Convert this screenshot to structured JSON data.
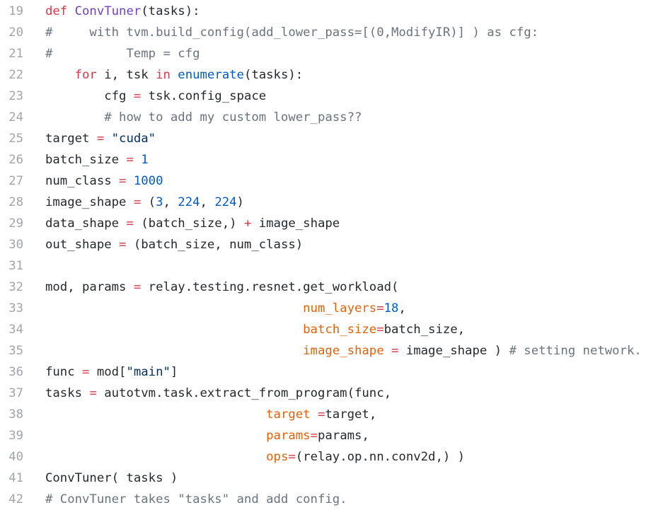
{
  "editor": {
    "lines": [
      {
        "num": "19",
        "tokens": [
          [
            "def",
            "kw"
          ],
          [
            " ",
            "plain"
          ],
          [
            "ConvTuner",
            "fn"
          ],
          [
            "(tasks):",
            "plain"
          ]
        ]
      },
      {
        "num": "20",
        "tokens": [
          [
            "#     with tvm.build_config(add_lower_pass=[(0,ModifyIR)] ) as cfg:",
            "com"
          ]
        ]
      },
      {
        "num": "21",
        "tokens": [
          [
            "#          Temp = cfg",
            "com"
          ]
        ]
      },
      {
        "num": "22",
        "tokens": [
          [
            "    ",
            "plain"
          ],
          [
            "for",
            "kw"
          ],
          [
            " i, tsk ",
            "plain"
          ],
          [
            "in",
            "kw"
          ],
          [
            " ",
            "plain"
          ],
          [
            "enumerate",
            "builtin"
          ],
          [
            "(tasks):",
            "plain"
          ]
        ]
      },
      {
        "num": "23",
        "tokens": [
          [
            "        cfg ",
            "plain"
          ],
          [
            "=",
            "op"
          ],
          [
            " tsk.config_space",
            "plain"
          ]
        ]
      },
      {
        "num": "24",
        "tokens": [
          [
            "        ",
            "plain"
          ],
          [
            "# how to add my custom lower_pass??",
            "com"
          ]
        ]
      },
      {
        "num": "25",
        "tokens": [
          [
            "target ",
            "plain"
          ],
          [
            "=",
            "op"
          ],
          [
            " ",
            "plain"
          ],
          [
            "\"cuda\"",
            "str"
          ]
        ]
      },
      {
        "num": "26",
        "tokens": [
          [
            "batch_size ",
            "plain"
          ],
          [
            "=",
            "op"
          ],
          [
            " ",
            "plain"
          ],
          [
            "1",
            "num"
          ]
        ]
      },
      {
        "num": "27",
        "tokens": [
          [
            "num_class ",
            "plain"
          ],
          [
            "=",
            "op"
          ],
          [
            " ",
            "plain"
          ],
          [
            "1000",
            "num"
          ]
        ]
      },
      {
        "num": "28",
        "tokens": [
          [
            "image_shape ",
            "plain"
          ],
          [
            "=",
            "op"
          ],
          [
            " (",
            "plain"
          ],
          [
            "3",
            "num"
          ],
          [
            ", ",
            "plain"
          ],
          [
            "224",
            "num"
          ],
          [
            ", ",
            "plain"
          ],
          [
            "224",
            "num"
          ],
          [
            ")",
            "plain"
          ]
        ]
      },
      {
        "num": "29",
        "tokens": [
          [
            "data_shape ",
            "plain"
          ],
          [
            "=",
            "op"
          ],
          [
            " (batch_size,) ",
            "plain"
          ],
          [
            "+",
            "op"
          ],
          [
            " image_shape",
            "plain"
          ]
        ]
      },
      {
        "num": "30",
        "tokens": [
          [
            "out_shape ",
            "plain"
          ],
          [
            "=",
            "op"
          ],
          [
            " (batch_size, num_class)",
            "plain"
          ]
        ]
      },
      {
        "num": "31",
        "tokens": []
      },
      {
        "num": "32",
        "tokens": [
          [
            "mod, params ",
            "plain"
          ],
          [
            "=",
            "op"
          ],
          [
            " relay.testing.resnet.get_workload(",
            "plain"
          ]
        ]
      },
      {
        "num": "33",
        "tokens": [
          [
            "                                   ",
            "plain"
          ],
          [
            "num_layers",
            "param"
          ],
          [
            "=",
            "op"
          ],
          [
            "18",
            "num"
          ],
          [
            ",",
            "plain"
          ]
        ]
      },
      {
        "num": "34",
        "tokens": [
          [
            "                                   ",
            "plain"
          ],
          [
            "batch_size",
            "param"
          ],
          [
            "=",
            "op"
          ],
          [
            "batch_size,",
            "plain"
          ]
        ]
      },
      {
        "num": "35",
        "tokens": [
          [
            "                                   ",
            "plain"
          ],
          [
            "image_shape",
            "param"
          ],
          [
            " ",
            "plain"
          ],
          [
            "=",
            "op"
          ],
          [
            " image_shape ) ",
            "plain"
          ],
          [
            "# setting network.",
            "com"
          ]
        ]
      },
      {
        "num": "36",
        "tokens": [
          [
            "func ",
            "plain"
          ],
          [
            "=",
            "op"
          ],
          [
            " mod[",
            "plain"
          ],
          [
            "\"main\"",
            "str"
          ],
          [
            "]",
            "plain"
          ]
        ]
      },
      {
        "num": "37",
        "tokens": [
          [
            "tasks ",
            "plain"
          ],
          [
            "=",
            "op"
          ],
          [
            " autotvm.task.extract_from_program(func,",
            "plain"
          ]
        ]
      },
      {
        "num": "38",
        "tokens": [
          [
            "                              ",
            "plain"
          ],
          [
            "target",
            "param"
          ],
          [
            " ",
            "plain"
          ],
          [
            "=",
            "op"
          ],
          [
            "target,",
            "plain"
          ]
        ]
      },
      {
        "num": "39",
        "tokens": [
          [
            "                              ",
            "plain"
          ],
          [
            "params",
            "param"
          ],
          [
            "=",
            "op"
          ],
          [
            "params,",
            "plain"
          ]
        ]
      },
      {
        "num": "40",
        "tokens": [
          [
            "                              ",
            "plain"
          ],
          [
            "ops",
            "param"
          ],
          [
            "=",
            "op"
          ],
          [
            "(relay.op.nn.conv2d,) )",
            "plain"
          ]
        ]
      },
      {
        "num": "41",
        "tokens": [
          [
            "ConvTuner( tasks )",
            "plain"
          ]
        ]
      },
      {
        "num": "42",
        "tokens": [
          [
            "# ConvTuner takes \"tasks\" and add config.",
            "com"
          ]
        ]
      }
    ]
  },
  "colors": {
    "keyword": "#d73a49",
    "function": "#6f42c1",
    "number": "#005cc5",
    "string": "#032f62",
    "comment": "#6a737d",
    "parameter": "#e36209",
    "line_number": "#a0a5ab"
  }
}
